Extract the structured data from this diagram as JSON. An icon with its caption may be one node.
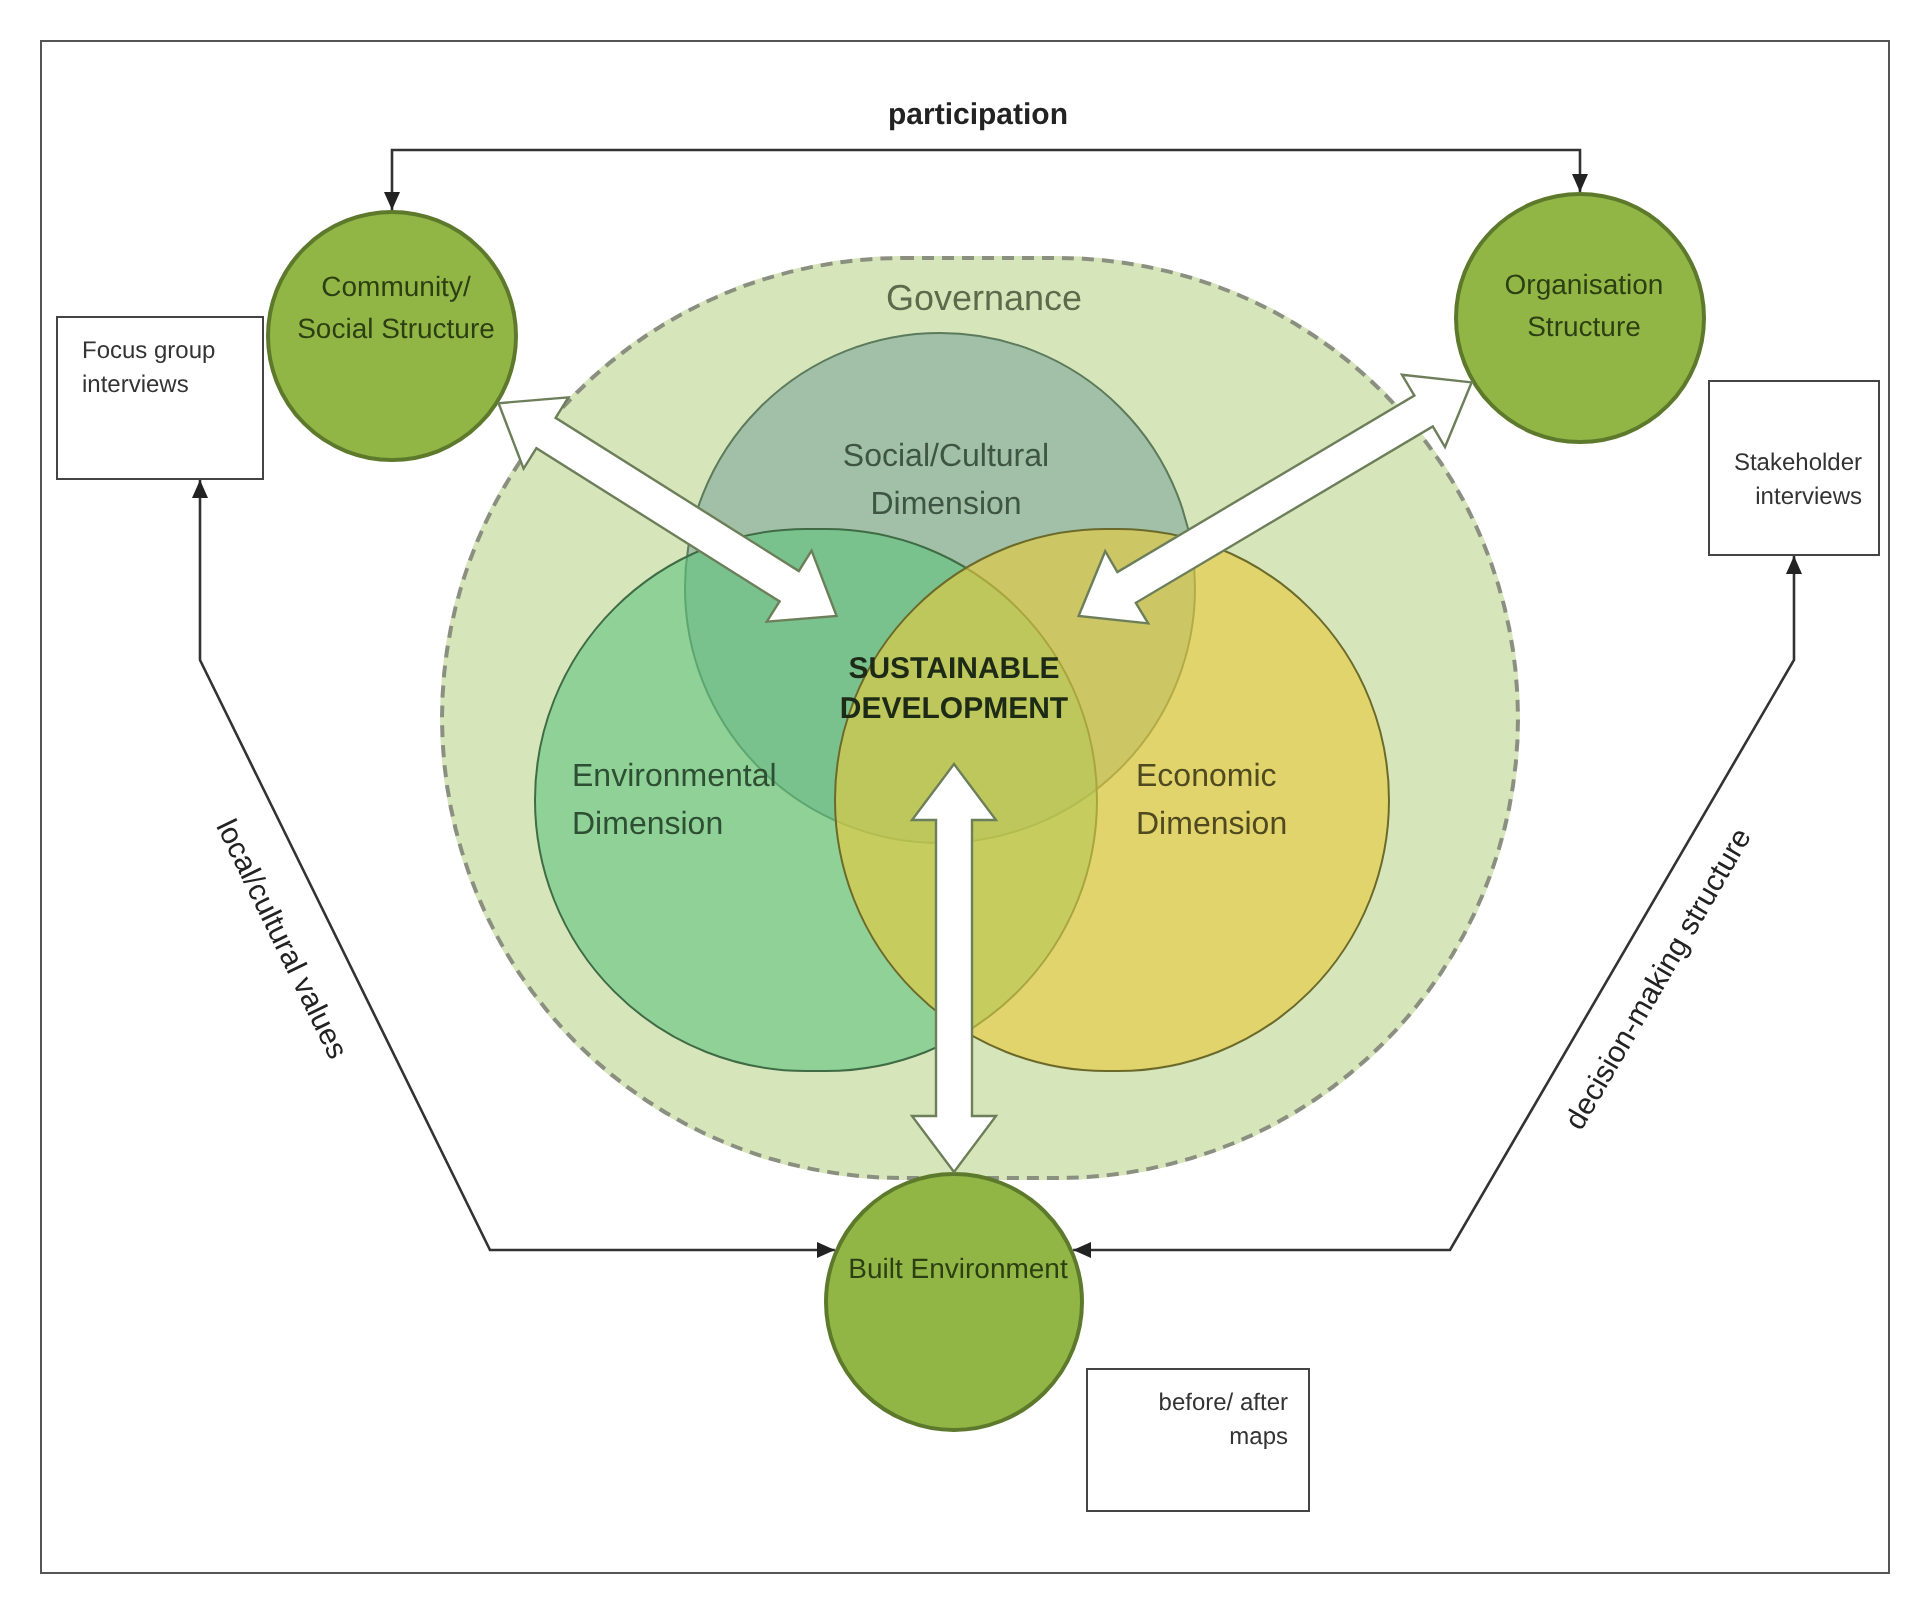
{
  "diagram": {
    "nodes": [
      {
        "text": [
          "Governance"
        ]
      },
      {
        "text": [
          "Social/Cultural Dimension"
        ],
        "in": 0
      },
      {
        "text": [
          "Environmental Dimension"
        ],
        "in": 0
      },
      {
        "text": [
          "Economic Dimension"
        ],
        "in": 0
      },
      {
        "text": [
          "SUSTAINABLE DEVELOPMENT"
        ]
      },
      {
        "text": [
          "Community/ Social Structure"
        ]
      },
      {
        "text": [
          "Focus group interviews"
        ]
      },
      {
        "text": [
          "Organisation Structure"
        ]
      },
      {
        "text": [
          "Stakeholder interviews"
        ]
      },
      {
        "text": [
          "Built Environment"
        ]
      },
      {
        "text": [
          "before/ after maps"
        ]
      }
    ],
    "edges": [
      {
        "from": 5,
        "to": 7,
        "arrow": "both",
        "label": "participation"
      },
      {
        "from": 6,
        "to": 9,
        "arrow": "both",
        "label": "local/cultural values"
      },
      {
        "from": 8,
        "to": 9,
        "arrow": "both",
        "label": "decision-making structure"
      },
      {
        "from": 5,
        "to": 4,
        "arrow": "both",
        "style": "thick"
      },
      {
        "from": 7,
        "to": 4,
        "arrow": "both",
        "style": "thick"
      },
      {
        "from": 9,
        "to": 4,
        "arrow": "both",
        "style": "thick"
      }
    ]
  }
}
